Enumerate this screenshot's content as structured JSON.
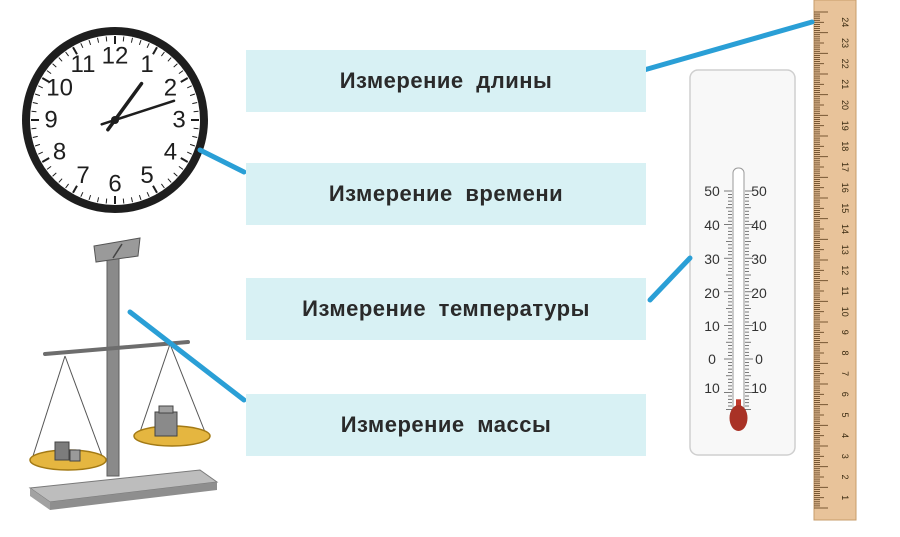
{
  "labels": {
    "length": "Измерение  длины",
    "time": "Измерение  времени",
    "temperature": "Измерение  температуры",
    "mass": "Измерение  массы"
  },
  "clock": {
    "numerals": [
      "12",
      "1",
      "2",
      "3",
      "4",
      "5",
      "6",
      "7",
      "8",
      "9",
      "10",
      "11"
    ],
    "hour_hand_hour": 1.2,
    "minute_hand_minute": 12
  },
  "thermometer": {
    "scale_labels": [
      "50",
      "40",
      "30",
      "20",
      "10",
      "0",
      "10"
    ],
    "reading": -12
  },
  "ruler": {
    "numbers": [
      "24",
      "23",
      "22",
      "21",
      "20",
      "19",
      "18",
      "17",
      "16",
      "15",
      "14",
      "13",
      "12",
      "11",
      "10",
      "9",
      "8",
      "7",
      "6",
      "5",
      "4",
      "3",
      "2",
      "1"
    ]
  },
  "colors": {
    "label_bg": "#d8f1f4",
    "connector": "#2a9fd6",
    "ruler_wood": "#e8c39a",
    "text": "#2a2a2a"
  }
}
